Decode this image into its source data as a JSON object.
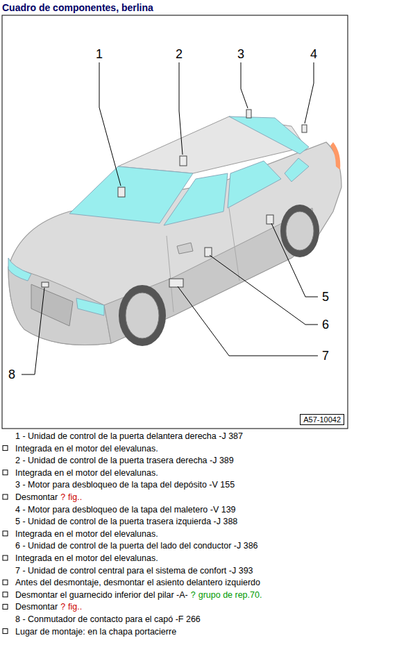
{
  "diagram": {
    "title": "Cuadro de componentes, berlina",
    "labels": [
      "1",
      "2",
      "3",
      "4",
      "5",
      "6",
      "7",
      "8",
      "A57-10042",
      "1 - Unidad de control de la puerta delantera derecha -J 387",
      "Integrada en el motor del elevalunas.",
      "2 - Unidad de control de la puerta trasera derecha -J 389",
      "Integrada en el motor del elevalunas.",
      "3 - Motor para desbloqueo de la tapa del depósito -V 155",
      "Desmontar",
      "?",
      "fig..",
      "4 - Motor para desbloqueo de la tapa del maletero -V 139",
      "5 - Unidad de control de la puerta trasera izquierda -J 388",
      "Integrada en el motor del elevalunas.",
      "6 - Unidad de control de la puerta del lado del conductor -J 386",
      "Integrada en el motor del elevalunas.",
      "7 - Unidad de control central para el sistema de confort -J 393",
      "Antes del desmontaje, desmontar el asiento delantero izquierdo",
      "Desmontar el guarnecido inferior del pilar -A-",
      "?",
      "grupo de rep.70.",
      "Desmontar",
      "?",
      "fig..",
      "8 - Conmutador de contacto para el capó -F 266",
      "Lugar de montaje: en la chapa portacierre"
    ]
  }
}
